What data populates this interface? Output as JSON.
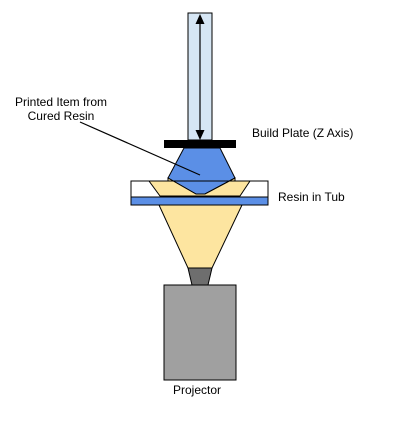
{
  "labels": {
    "printed_item_line1": "Printed Item from",
    "printed_item_line2": "Cured Resin",
    "build_plate": "Build Plate (Z Axis)",
    "resin_in_tub": "Resin in Tub",
    "projector": "Projector"
  },
  "colors": {
    "rod_fill": "#d6e6f4",
    "printed_item": "#5b8fe6",
    "resin": "#fde5a0",
    "tub_bottom": "#5b8fe6",
    "lens": "#6e6e6e",
    "projector_body": "#a0a0a0",
    "plate": "#000000",
    "outline": "#000000"
  }
}
